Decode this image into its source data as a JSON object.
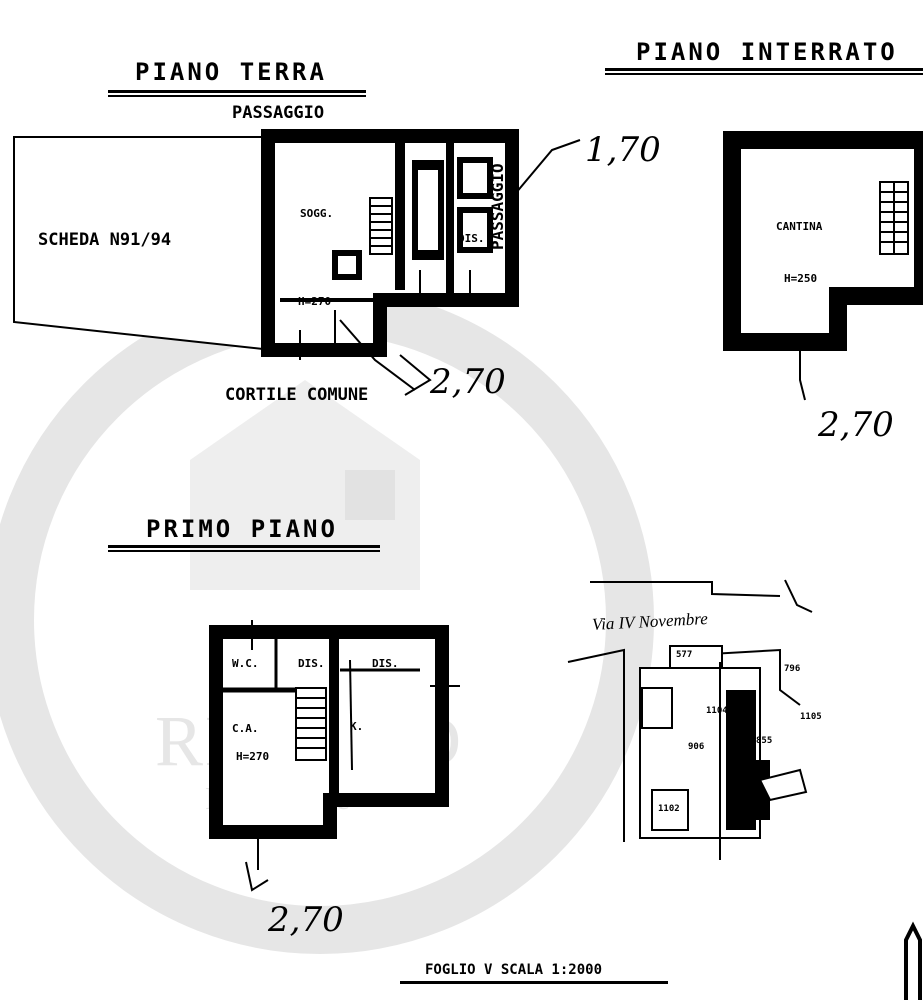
{
  "ground_floor": {
    "title": "PIANO  TERRA",
    "passage_top": "PASSAGGIO",
    "passage_side": "PASSAGGIO",
    "scheda": "SCHEDA  N91/94",
    "rooms": {
      "sogg": "SOGG.",
      "dis": "DIS."
    },
    "height": "H=270",
    "courtyard": "CORTILE  COMUNE",
    "annot_top": "1,70",
    "annot_bottom": "2,70"
  },
  "basement": {
    "title": "PIANO  INTERRATO",
    "room": "CANTINA",
    "height": "H=250",
    "annot": "2,70"
  },
  "first_floor": {
    "title": "PRIMO  PIANO",
    "rooms": {
      "wc": "W.C.",
      "dis1": "DIS.",
      "dis2": "DIS.",
      "ca": "C.A.",
      "k": "K."
    },
    "height": "H=270",
    "annot": "2,70"
  },
  "location_map": {
    "street": "Via  IV  Novembre",
    "parcels": [
      "577",
      "796",
      "1104",
      "906",
      "1102",
      "1105",
      "855"
    ]
  },
  "footer": {
    "scale_text": "FOGLIO  V  SCALA  1:2000"
  },
  "watermark": {
    "brand": "RENORD",
    "sub": "Real Estate"
  },
  "colors": {
    "ink": "#000000",
    "watermark": "#e4e4e4"
  }
}
